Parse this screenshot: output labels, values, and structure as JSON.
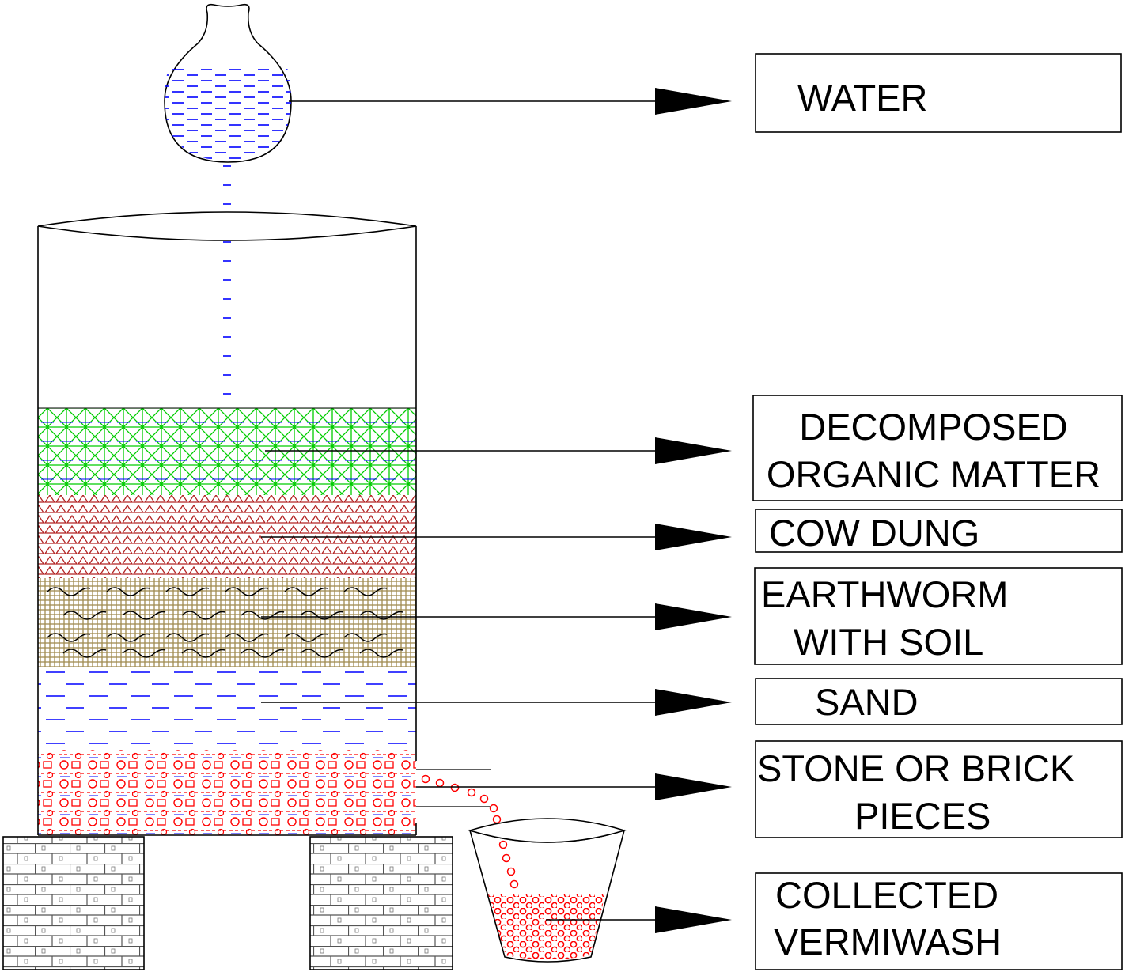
{
  "labels": {
    "water": "WATER",
    "organic_line1": "DECOMPOSED",
    "organic_line2": "ORGANIC MATTER",
    "cow_dung": "COW DUNG",
    "earthworm_line1": "EARTHWORM",
    "earthworm_line2": "WITH SOIL",
    "sand": "SAND",
    "stone_line1": "STONE OR BRICK",
    "stone_line2": "PIECES",
    "vermiwash_line1": "COLLECTED",
    "vermiwash_line2": "VERMIWASH"
  },
  "colors": {
    "outline": "#000000",
    "water": "#0000ff",
    "organic": "#00cc00",
    "cow_dung": "#b22222",
    "soil": "#a08c50",
    "stone": "#ff0000",
    "brick": "#555555"
  }
}
